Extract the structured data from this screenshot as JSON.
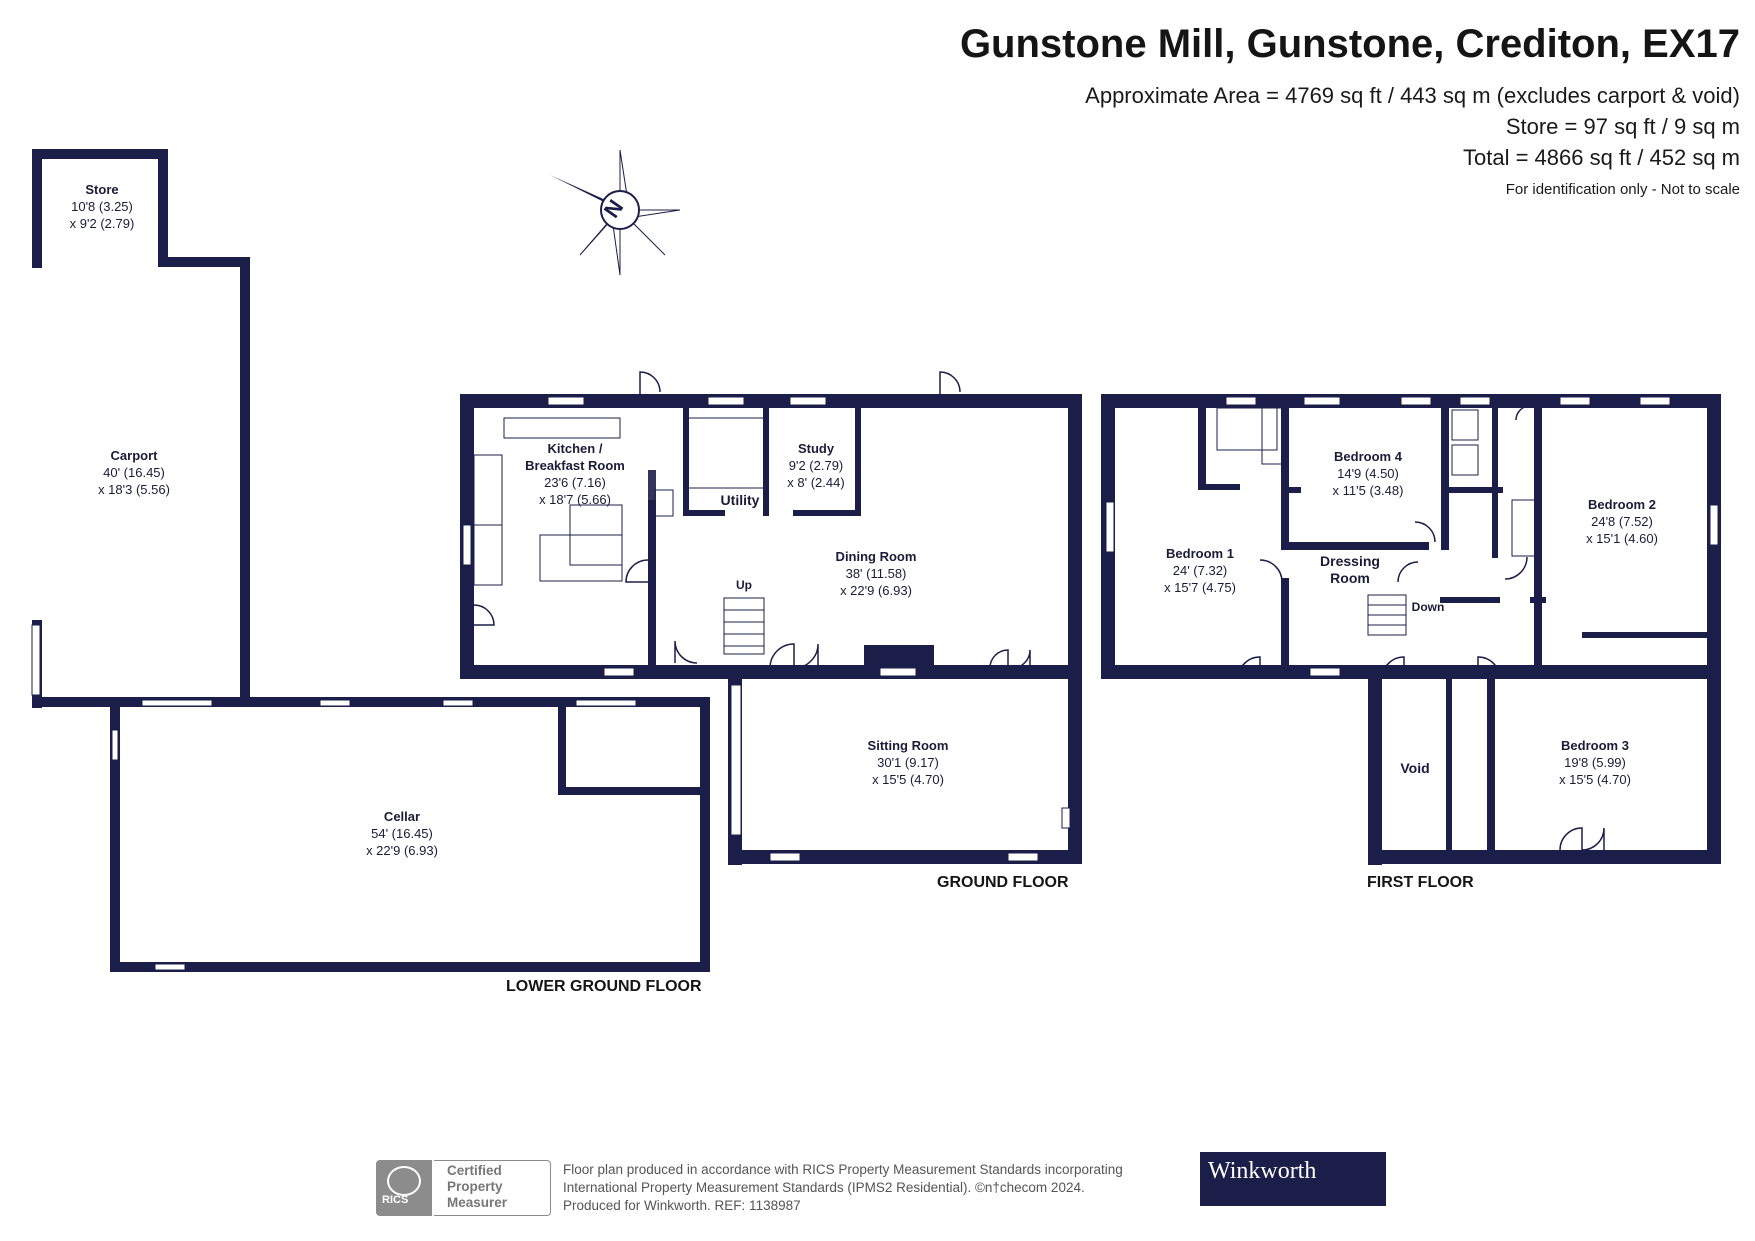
{
  "header": {
    "title": "Gunstone Mill, Gunstone, Crediton, EX17",
    "area_line": "Approximate Area = 4769 sq ft / 443 sq m (excludes carport & void)",
    "store_line": "Store = 97 sq ft / 9 sq m",
    "total_line": "Total = 4866 sq ft / 452 sq m",
    "note": "For identification only - Not to scale"
  },
  "compass": {
    "icon": "compass-north-icon",
    "letter": "N"
  },
  "rooms": {
    "store": {
      "name": "Store",
      "dim1": "10'8 (3.25)",
      "dim2": "x 9'2 (2.79)"
    },
    "carport": {
      "name": "Carport",
      "dim1": "40' (16.45)",
      "dim2": "x 18'3 (5.56)"
    },
    "cellar": {
      "name": "Cellar",
      "dim1": "54' (16.45)",
      "dim2": "x 22'9 (6.93)"
    },
    "kitchen": {
      "name1": "Kitchen /",
      "name2": "Breakfast Room",
      "dim1": "23'6 (7.16)",
      "dim2": "x 18'7 (5.66)"
    },
    "utility": {
      "name": "Utility"
    },
    "study": {
      "name": "Study",
      "dim1": "9'2 (2.79)",
      "dim2": "x 8' (2.44)"
    },
    "dining": {
      "name": "Dining Room",
      "dim1": "38' (11.58)",
      "dim2": "x 22'9 (6.93)"
    },
    "sitting": {
      "name": "Sitting Room",
      "dim1": "30'1 (9.17)",
      "dim2": "x 15'5 (4.70)"
    },
    "up": {
      "label": "Up"
    },
    "bedroom1": {
      "name": "Bedroom 1",
      "dim1": "24' (7.32)",
      "dim2": "x 15'7 (4.75)"
    },
    "bedroom4": {
      "name": "Bedroom 4",
      "dim1": "14'9 (4.50)",
      "dim2": "x 11'5 (3.48)"
    },
    "bedroom2": {
      "name": "Bedroom 2",
      "dim1": "24'8 (7.52)",
      "dim2": "x 15'1 (4.60)"
    },
    "dressing": {
      "name1": "Dressing",
      "name2": "Room"
    },
    "down": {
      "label": "Down"
    },
    "void": {
      "name": "Void"
    },
    "bedroom3": {
      "name": "Bedroom 3",
      "dim1": "19'8 (5.99)",
      "dim2": "x 15'5 (4.70)"
    }
  },
  "floors": {
    "lower_ground": "LOWER GROUND FLOOR",
    "ground": "GROUND FLOOR",
    "first": "FIRST FLOOR"
  },
  "footer": {
    "rics_word": "RICS",
    "cert_line1": "Certified",
    "cert_line2": "Property",
    "cert_line3": "Measurer",
    "text_line1": "Floor plan produced in accordance with RICS Property Measurement Standards incorporating",
    "text_line2": "International Property Measurement Standards (IPMS2 Residential).  ©n†checom 2024.",
    "text_line3": "Produced for Winkworth.    REF:  1138987",
    "brand": "Winkworth"
  },
  "colors": {
    "wall": "#1c1e4a",
    "text": "#1b1b3a",
    "brand_bg": "#1c1e4a",
    "rics_grey": "#8c8c8c"
  }
}
